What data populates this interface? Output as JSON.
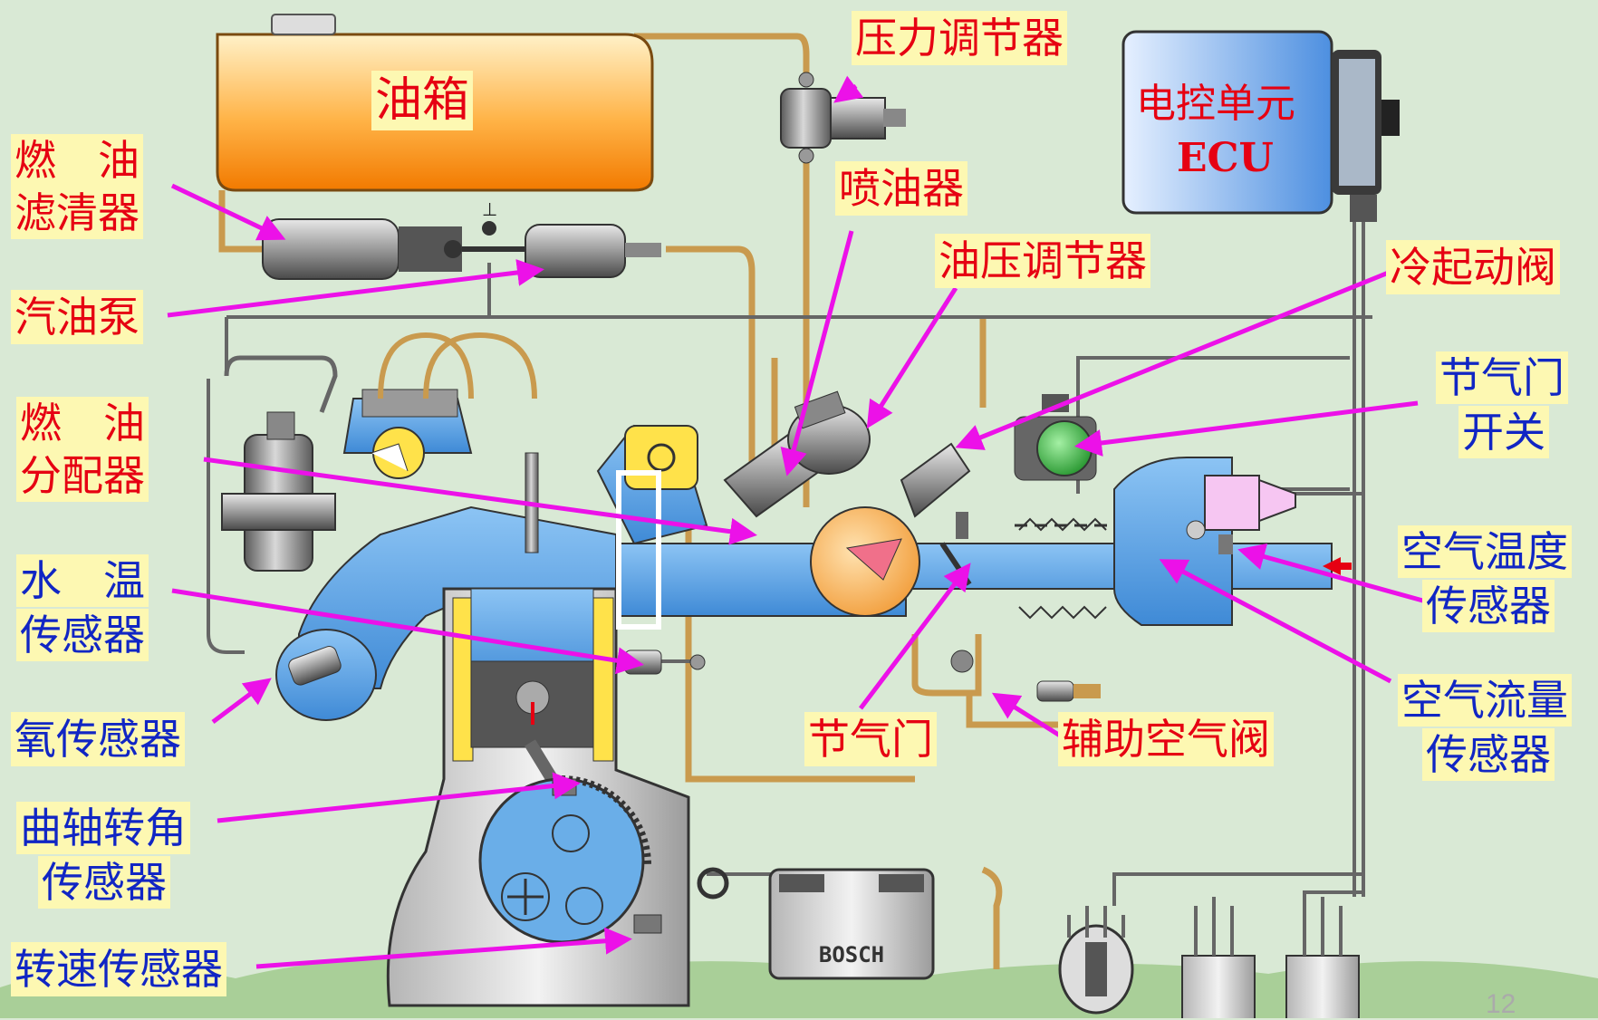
{
  "labels": {
    "tank": "油箱",
    "ecu_line1": "电控单元",
    "ecu_line2": "ECU",
    "pressure_regulator": "压力调节器",
    "fuel_filter_line1": "燃　油",
    "fuel_filter_line2": "滤清器",
    "injector": "喷油器",
    "oil_pressure_regulator": "油压调节器",
    "fuel_pump": "汽油泵",
    "cold_start_valve": "冷起动阀",
    "throttle_switch_line1": "节气门",
    "throttle_switch_line2": "开关",
    "fuel_distributor_line1": "燃　油",
    "fuel_distributor_line2": "分配器",
    "water_temp_line1": "水　温",
    "water_temp_line2": "传感器",
    "air_temp_line1": "空气温度",
    "air_temp_line2": "传感器",
    "oxygen_sensor": "氧传感器",
    "throttle": "节气门",
    "aux_air_valve": "辅助空气阀",
    "air_flow_line1": "空气流量",
    "air_flow_line2": "传感器",
    "crank_angle_line1": "曲轴转角",
    "crank_angle_line2": "传感器",
    "speed_sensor": "转速传感器",
    "battery_brand": "BOSCH"
  },
  "page_number": "12",
  "colors": {
    "background": "#d9e9d5",
    "label_bg": "#fdf8b2",
    "red_text": "#e60012",
    "blue_text": "#1126c4",
    "arrow": "#ec11e8",
    "fuel_line": "#c99a4e",
    "intake": "#6aaee8"
  }
}
